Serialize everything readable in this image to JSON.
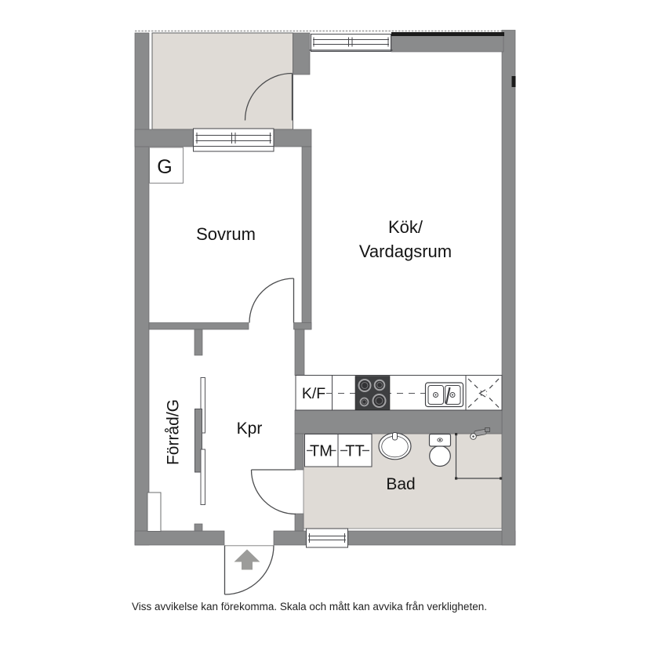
{
  "rooms": {
    "bedroom": "Sovrum",
    "kitchen_living_line1": "Kök/",
    "kitchen_living_line2": "Vardagsrum",
    "storage": "Förråd/G",
    "hallway": "Kpr",
    "bathroom": "Bad"
  },
  "appliances": {
    "wardrobe": "G",
    "fridge_freezer": "K/F",
    "washing_machine": "TM",
    "tumble_dryer": "TT"
  },
  "footer": {
    "disclaimer": "Viss avvikelse kan förekomma. Skala och mått kan avvika från verkligheten."
  },
  "colors": {
    "wall_gray": "#8a8b8c",
    "floor_accent_beige": "#dfdbd6",
    "line_dark": "#45464a",
    "accent_black": "#1b1b1b",
    "arrow_gray": "#9c9c9a",
    "text": "#141414"
  }
}
